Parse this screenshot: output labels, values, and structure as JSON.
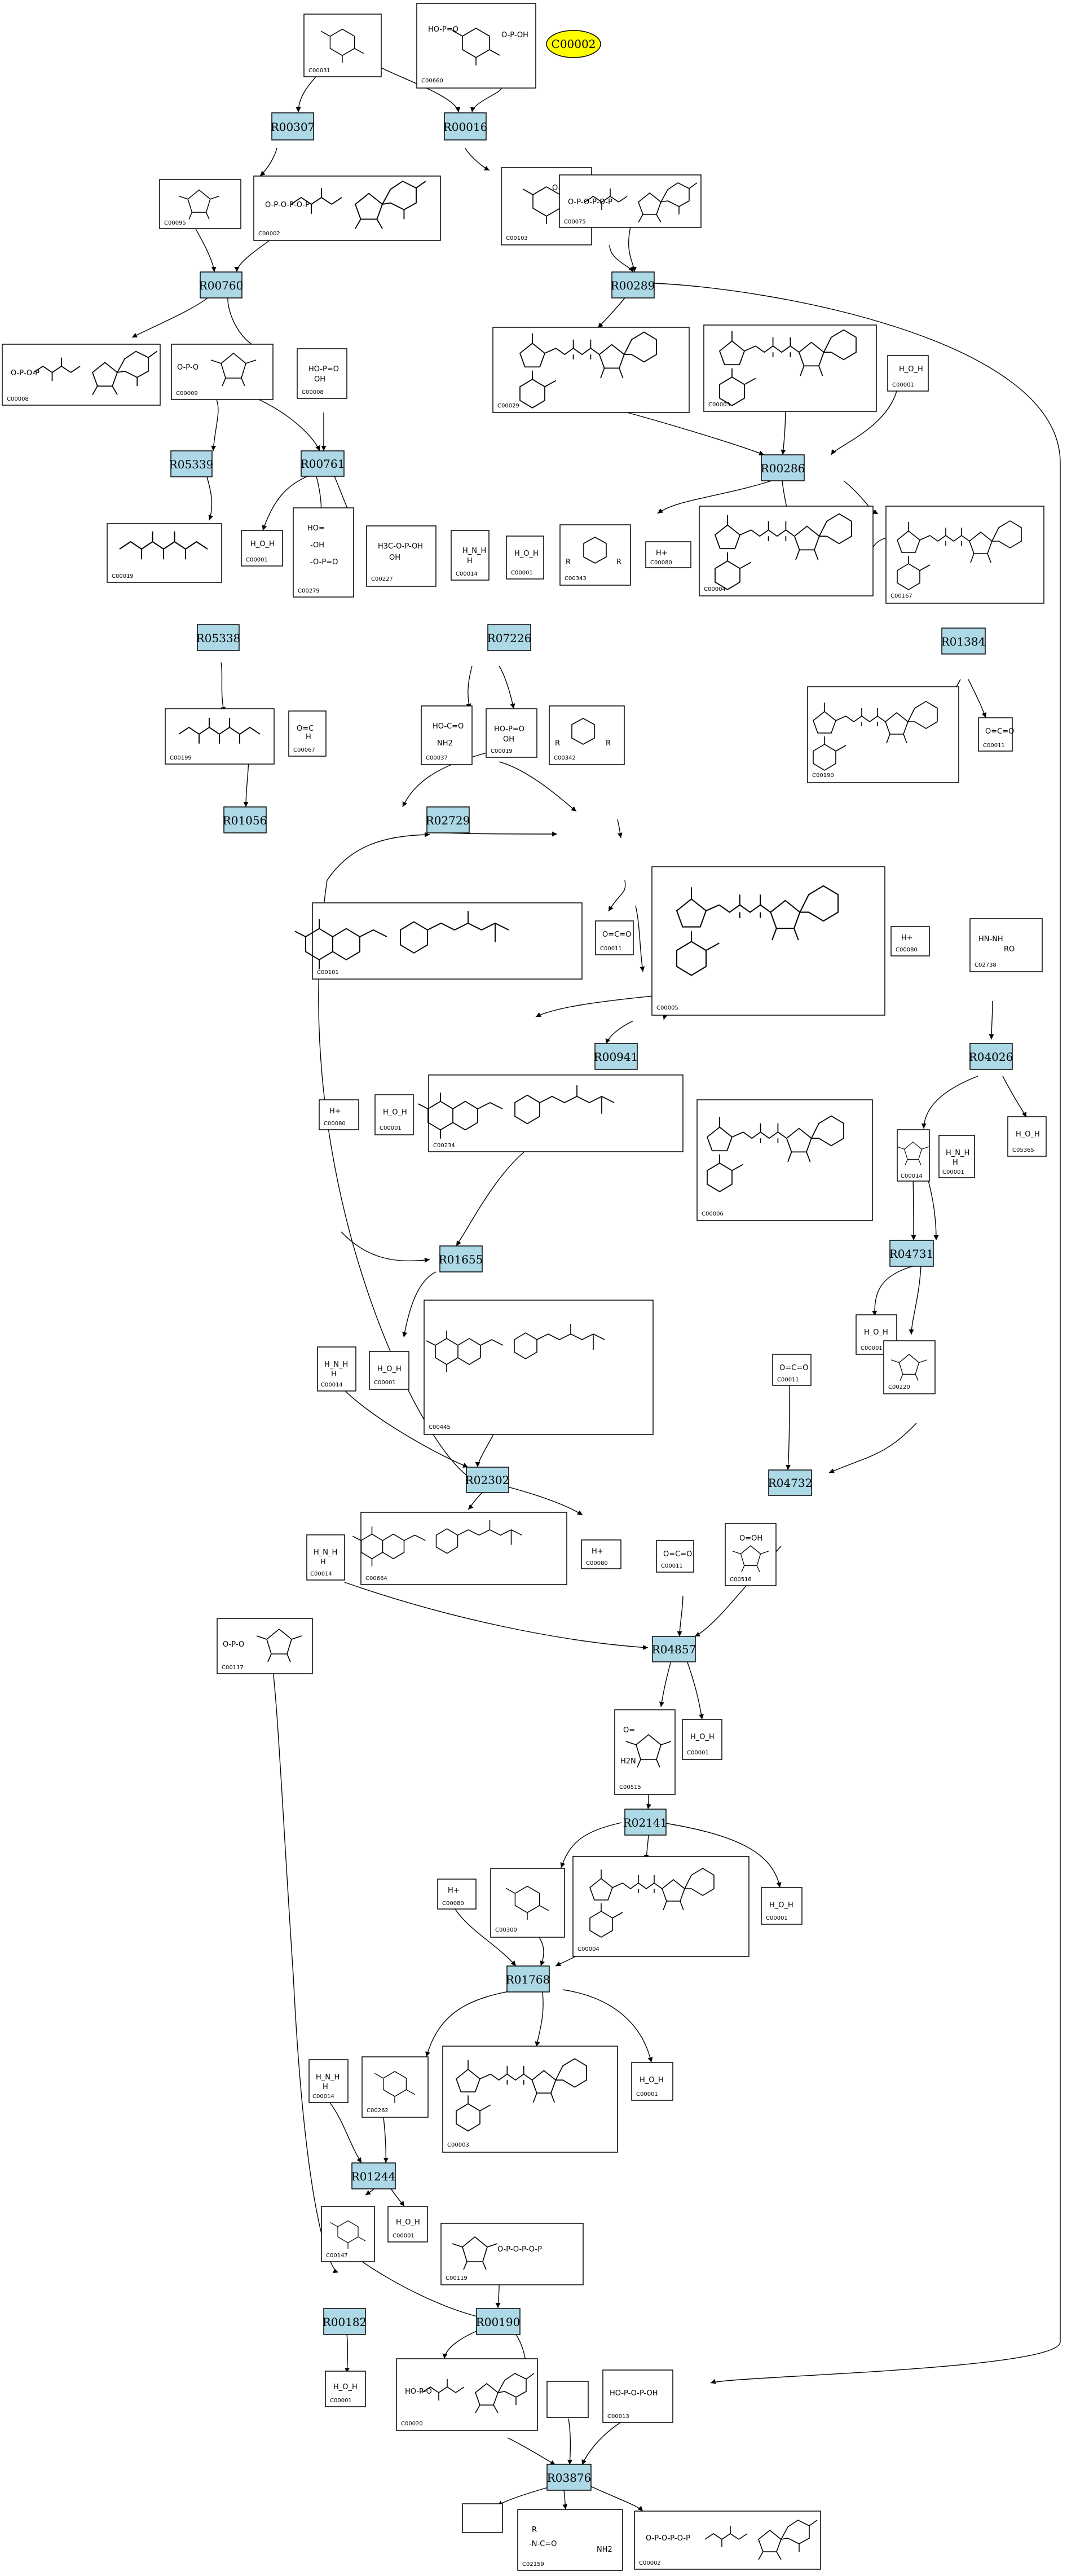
{
  "highlight": "C00002",
  "reactions": [
    "R00307",
    "R00016",
    "R00760",
    "R00289",
    "R05339",
    "R00761",
    "R00286",
    "R05338",
    "R07226",
    "R01384",
    "R01056",
    "R02729",
    "R00941",
    "R04026",
    "R01655",
    "R04731",
    "R02302",
    "R04732",
    "R04857",
    "R02141",
    "R01768",
    "R01244",
    "R00182",
    "R00190",
    "R03876"
  ],
  "compounds": {
    "c0": "C00031",
    "c1": "C00660",
    "c2": "C00095",
    "c3": "C00002",
    "c4": "C00103",
    "c5": "C00075",
    "c6": "C00008",
    "c7": "C00009",
    "c8": "C00008",
    "c9": "C00029",
    "c10": "C00003",
    "c11": "C00001",
    "c12": "C00019",
    "c13": "C00001",
    "c14": "C00279",
    "c15": "C00227",
    "c16": "C00014",
    "c17": "C00001",
    "c18": "C00343",
    "c19": "C00080",
    "c20": "C00004",
    "c21": "C00167",
    "c22": "C00199",
    "c23": "C00067",
    "c24": "C00037",
    "c25": "C00019",
    "c26": "C00342",
    "c27": "C00190",
    "c28": "C00011",
    "c29": "C00101",
    "c30": "C00011",
    "c31": "C00005",
    "c32": "C00080",
    "c33": "C02738",
    "c34": "C00001",
    "c35": "C00234",
    "c36": "C00006",
    "c37": "C00080",
    "c38": "C00014",
    "c39": "C00001",
    "c40": "C05365",
    "c41": "C00014",
    "c42": "C00001",
    "c43": "C00445",
    "c44": "C00001",
    "c45": "C00011",
    "c46": "C00220",
    "c47": "C00080",
    "c48": "C00664",
    "c49": "C00014",
    "c50": "C00011",
    "c51": "C00516",
    "c52": "C00117",
    "c53": "C00515",
    "c54": "C00001",
    "c55": "C00080",
    "c56": "C00300",
    "c57": "C00004",
    "c58": "C00001",
    "c59": "C00014",
    "c60": "C00262",
    "c61": "C00003",
    "c62": "C00001",
    "c63": "C00147",
    "c64": "C00001",
    "c65": "C00119",
    "c66": "C00001",
    "c67": "C00020",
    "c68": "C00013",
    "c69": "C02159",
    "c70": "C00002"
  }
}
